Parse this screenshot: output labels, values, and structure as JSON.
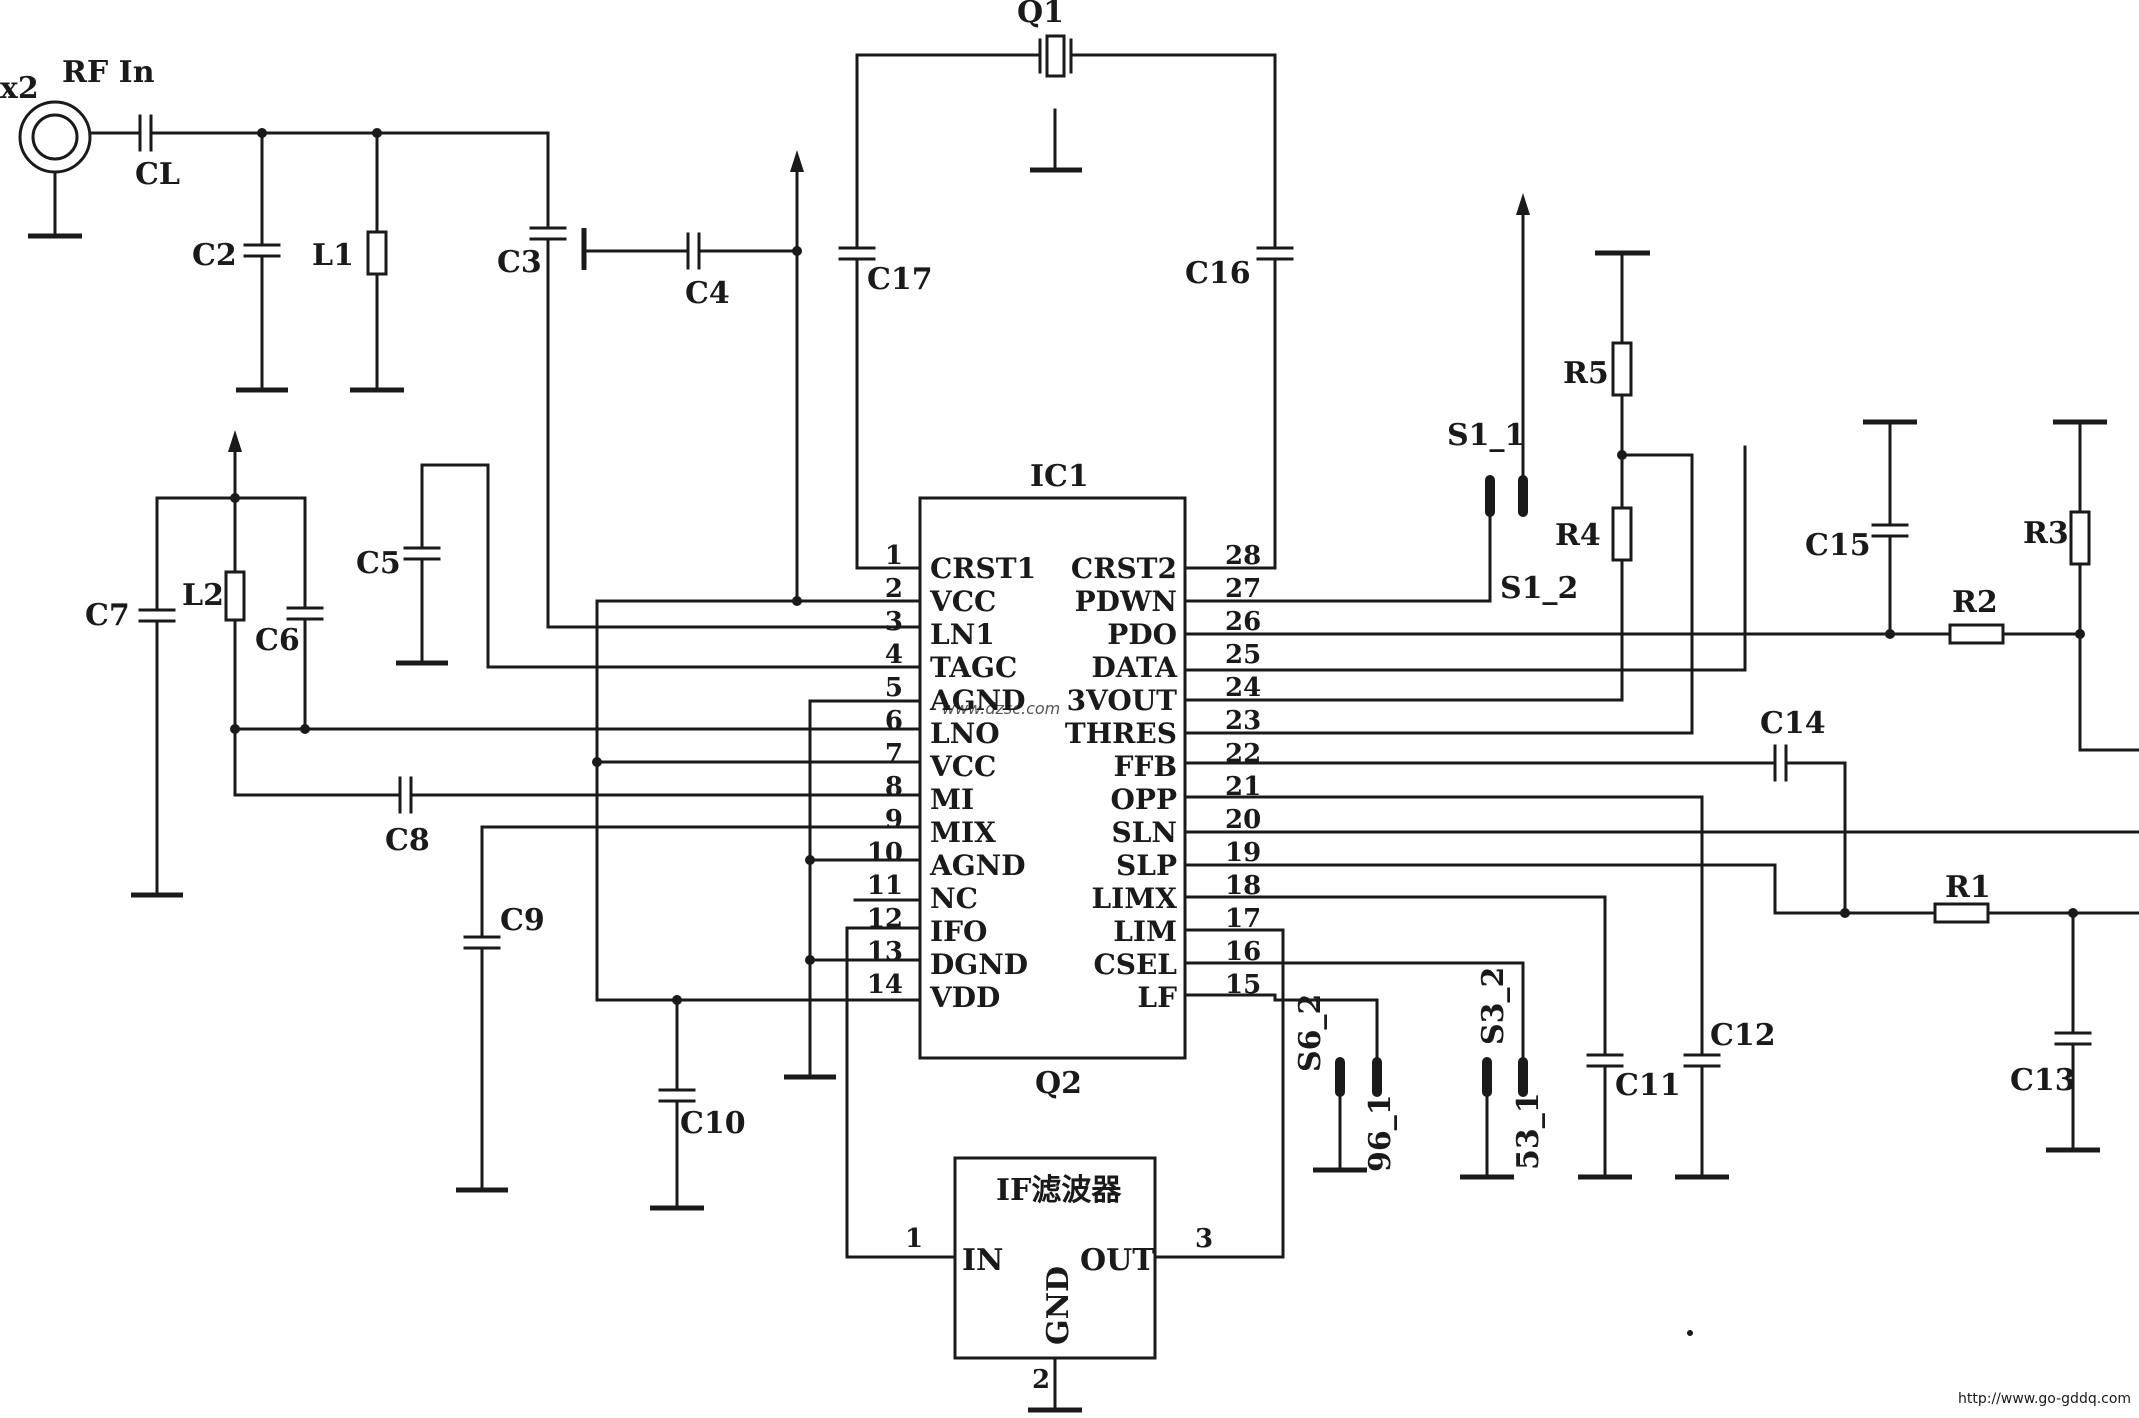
{
  "labels": {
    "x2": "x2",
    "rf_in": "RF In",
    "cl": "CL",
    "c2": "C2",
    "l1": "L1",
    "c3": "C3",
    "c4": "C4",
    "q1": "Q1",
    "c17": "C17",
    "c16": "C16",
    "ic1": "IC1",
    "q2": "Q2",
    "c5": "C5",
    "c6": "C6",
    "c7": "C7",
    "l2": "L2",
    "c8": "C8",
    "c9": "C9",
    "c10": "C10",
    "s1_1": "S1_1",
    "s1_2": "S1_2",
    "r5": "R5",
    "r4": "R4",
    "c15": "C15",
    "r3": "R3",
    "r2": "R2",
    "c14": "C14",
    "r1": "R1",
    "c13": "C13",
    "c11": "C11",
    "c12": "C12",
    "s6_2": "S6_2",
    "96_1": "96_1",
    "s3_2": "S3_2",
    "53_1": "53_1",
    "if_filter": "IF滤波器",
    "if_in": "IN",
    "if_out": "OUT",
    "if_gnd": "GND",
    "if_pin1": "1",
    "if_pin2": "2",
    "if_pin3": "3"
  },
  "ic1_left_pins": [
    {
      "num": "1",
      "name": "CRST1"
    },
    {
      "num": "2",
      "name": "VCC"
    },
    {
      "num": "3",
      "name": "LN1"
    },
    {
      "num": "4",
      "name": "TAGC"
    },
    {
      "num": "5",
      "name": "AGND"
    },
    {
      "num": "6",
      "name": "LNO"
    },
    {
      "num": "7",
      "name": "VCC"
    },
    {
      "num": "8",
      "name": "MI"
    },
    {
      "num": "9",
      "name": "MIX"
    },
    {
      "num": "10",
      "name": "AGND"
    },
    {
      "num": "11",
      "name": "NC"
    },
    {
      "num": "12",
      "name": "IFO"
    },
    {
      "num": "13",
      "name": "DGND"
    },
    {
      "num": "14",
      "name": "VDD"
    }
  ],
  "ic1_right_pins": [
    {
      "num": "28",
      "name": "CRST2"
    },
    {
      "num": "27",
      "name": "PDWN"
    },
    {
      "num": "26",
      "name": "PDO"
    },
    {
      "num": "25",
      "name": "DATA"
    },
    {
      "num": "24",
      "name": "3VOUT"
    },
    {
      "num": "23",
      "name": "THRES"
    },
    {
      "num": "22",
      "name": "FFB"
    },
    {
      "num": "21",
      "name": "OPP"
    },
    {
      "num": "20",
      "name": "SLN"
    },
    {
      "num": "19",
      "name": "SLP"
    },
    {
      "num": "18",
      "name": "LIMX"
    },
    {
      "num": "17",
      "name": "LIM"
    },
    {
      "num": "16",
      "name": "CSEL"
    },
    {
      "num": "15",
      "name": "LF"
    }
  ],
  "watermark": "www.dzsc.com",
  "source_url": "http://www.go-gddq.com"
}
